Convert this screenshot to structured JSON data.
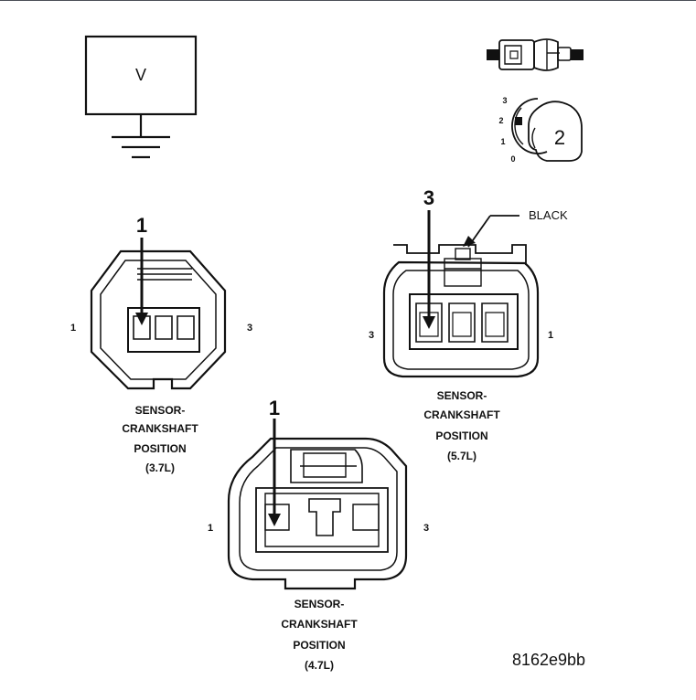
{
  "meter_symbol": {
    "label": "V"
  },
  "view_icon": {
    "position_numbers": [
      "3",
      "2",
      "1",
      "0"
    ],
    "key_number": "2"
  },
  "connector_3_7l": {
    "pointer_pin": "1",
    "side_left": "1",
    "side_right": "3",
    "caption": [
      "SENSOR-",
      "CRANKSHAFT",
      "POSITION",
      "(3.7L)"
    ]
  },
  "connector_5_7l": {
    "pointer_pin": "3",
    "color_callout": "BLACK",
    "side_left": "3",
    "side_right": "1",
    "caption": [
      "SENSOR-",
      "CRANKSHAFT",
      "POSITION",
      "(5.7L)"
    ]
  },
  "connector_4_7l": {
    "pointer_pin": "1",
    "side_left": "1",
    "side_right": "3",
    "caption": [
      "SENSOR-",
      "CRANKSHAFT",
      "POSITION",
      "(4.7L)"
    ]
  },
  "figure_id": "8162e9bb"
}
